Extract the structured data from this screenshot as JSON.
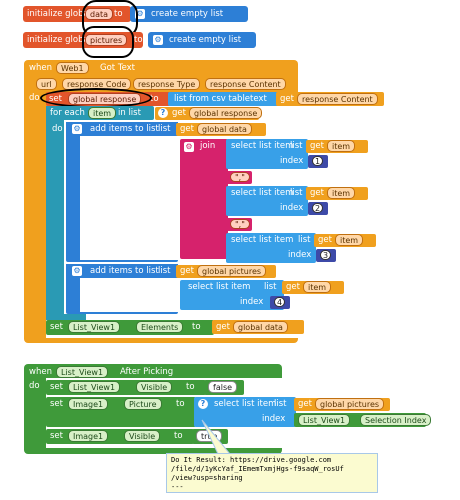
{
  "init_data": {
    "label": "initialize global",
    "var": "data",
    "to": "to",
    "create": "create empty list"
  },
  "init_pictures": {
    "label": "initialize global",
    "var": "pictures",
    "to": "to",
    "create": "create empty list"
  },
  "web_event": {
    "when": "when",
    "component": "Web1",
    "event": "Got Text",
    "params": [
      "url",
      "response Code",
      "response Type",
      "response Content"
    ],
    "do": "do",
    "set": "set",
    "set_var": "global response",
    "set_to": "to",
    "csv": "list from csv table",
    "csv_text": "text",
    "get": "get",
    "get_content": "response Content",
    "foreach": "for each",
    "item": "item",
    "inlist": "in list",
    "get_response": "global response",
    "add_items": "add items to list",
    "list": "list",
    "get_global_data": "global data",
    "item_label": "item",
    "join": "join",
    "select": "select list item",
    "sel_list": "list",
    "get_item": "item",
    "index": "index",
    "idx1": "1",
    "idx2": "2",
    "idx3": "3",
    "quote_sep": "\",\"",
    "add_items2": "add items to list",
    "get_global_pictures": "global pictures",
    "item2": "item",
    "select2": "select list item",
    "sel_list2": "list",
    "get_item2": "item",
    "index2": "index",
    "idx4": "4",
    "set_lv": "set",
    "lv": "List_View1",
    "elements": "Elements",
    "lv_to": "to",
    "get_data2": "global data"
  },
  "lv_event": {
    "when": "when",
    "component": "List_View1",
    "event": "After Picking",
    "do": "do",
    "set1": "set",
    "lv": "List_View1",
    "visible": "Visible",
    "to1": "to",
    "false": "false",
    "set2": "set",
    "img": "Image1",
    "picture": "Picture",
    "to2": "to",
    "select": "select list item",
    "sel_list": "list",
    "get": "get",
    "pictures": "global pictures",
    "index": "index",
    "lv2": "List_View1",
    "sel_index": "Selection Index",
    "set3": "set",
    "img2": "Image1",
    "visible2": "Visible",
    "to3": "to",
    "true": "true"
  },
  "result": {
    "text": "Do It Result: https://drive.google.com\n/file/d/1yKcYaf_IEmemTxmjHgs-f9saqW_rosUf\n/view?usp=sharing\n---"
  }
}
